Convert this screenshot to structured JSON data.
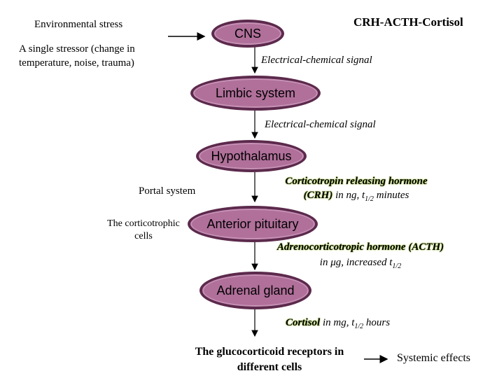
{
  "title": "CRH-ACTH-Cortisol",
  "left": {
    "env_stress": "Environmental stress",
    "stressor_line1": "A single stressor (change in",
    "stressor_line2": "temperature, noise, trauma)",
    "portal_system": "Portal system",
    "corticotrophic_line1": "The corticotrophic",
    "corticotrophic_line2": "cells"
  },
  "nodes": {
    "cns": "CNS",
    "limbic": "Limbic system",
    "hypothalamus": "Hypothalamus",
    "anterior_pituitary": "Anterior pituitary",
    "adrenal": "Adrenal gland"
  },
  "signals": {
    "signal1": "Electrical-chemical signal",
    "signal2": "Electrical-chemical signal"
  },
  "crh": {
    "name_line1": "Corticotropin releasing hormone",
    "name_line2_abbr": "(CRH)",
    "name_line2_rest": " in ng, t",
    "sub": "1/2",
    "tail": " minutes"
  },
  "acth": {
    "name_line1": "Adrenocorticotropic hormone (ACTH)",
    "line2_pre": "in ",
    "mu": "μ",
    "line2_mid": "g, increased t",
    "sub": "1/2"
  },
  "cortisol": {
    "name": "Cortisol",
    "rest": " in mg, t",
    "sub": "1/2",
    "tail": " hours"
  },
  "receptors": {
    "line1": "The glucocorticoid receptors in",
    "line2": "different cells"
  },
  "systemic": "Systemic effects"
}
